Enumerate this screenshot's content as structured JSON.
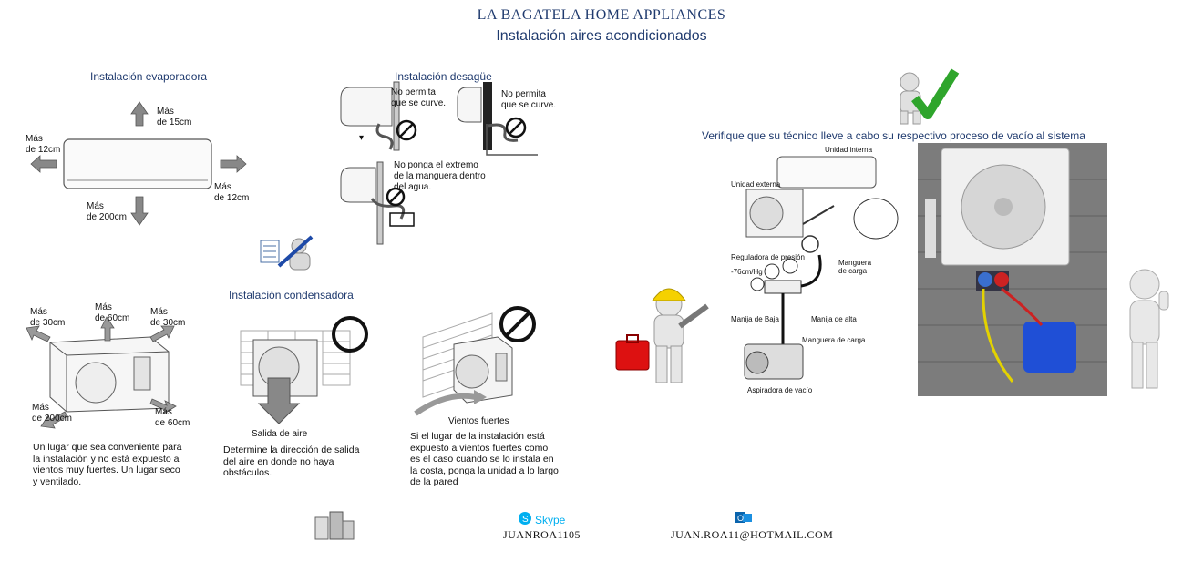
{
  "header": {
    "company": "LA BAGATELA HOME APPLIANCES",
    "subtitle": "Instalación aires acondicionados"
  },
  "evaporadora": {
    "title": "Instalación evaporadora",
    "top": "Más\nde 15cm",
    "left": "Más\nde 12cm",
    "right": "Más\nde 12cm",
    "bottom": "Más\nde 200cm"
  },
  "desague": {
    "title": "Instalación desagüe",
    "note1": "No permita\nque se curve.",
    "note2": "No permita\nque se curve.",
    "note3": "No ponga el extremo\nde la manguera dentro\ndel agua."
  },
  "condensadora": {
    "title": "Instalación condensadora",
    "top_left": "Más\nde 30cm",
    "top_mid": "Más\nde 60cm",
    "top_right": "Más\nde 30cm",
    "bottom_left": "Más\nde 200cm",
    "bottom_right": "Más\nde 60cm",
    "caption_outdoor": "Un lugar que sea conveniente para\nla instalación y no está expuesto a\nvientos muy fuertes. Un lugar seco\ny ventilado.",
    "air_label": "Salida de aire",
    "air_text": "Determine la dirección de salida\ndel aire en donde no haya\nobstáculos.",
    "wind_label": "Vientos fuertes",
    "wind_text": "Si el lugar de la instalación está\nexpuesto a vientos fuertes como\nes el caso cuando se lo instala en\nla costa, ponga la unidad a lo largo\nde la pared"
  },
  "vacuum": {
    "title": "Verifique que su técnico lleve a cabo su respectivo proceso de vacío al sistema",
    "unidad_interna": "Unidad interna",
    "unidad_externa": "Unidad externa",
    "reguladora": "Reguladora de presión",
    "vacio": "-76cm/Hg",
    "manguera_carga1": "Manguera\nde carga",
    "manija_baja": "Manija de Baja",
    "manija_alta": "Manija de alta",
    "manguera_carga2": "Manguera de carga",
    "aspiradora": "Aspiradora de vacío"
  },
  "footer": {
    "skype_label": "Skype",
    "skype_user": "JUANROA1105",
    "email": "JUAN.ROA11@HOTMAIL.COM"
  },
  "colors": {
    "title": "#1f3a6e",
    "check": "#2fa52c",
    "skype": "#00aff0",
    "outlook": "#0a64ad",
    "arrow": "#9aa0a6"
  }
}
